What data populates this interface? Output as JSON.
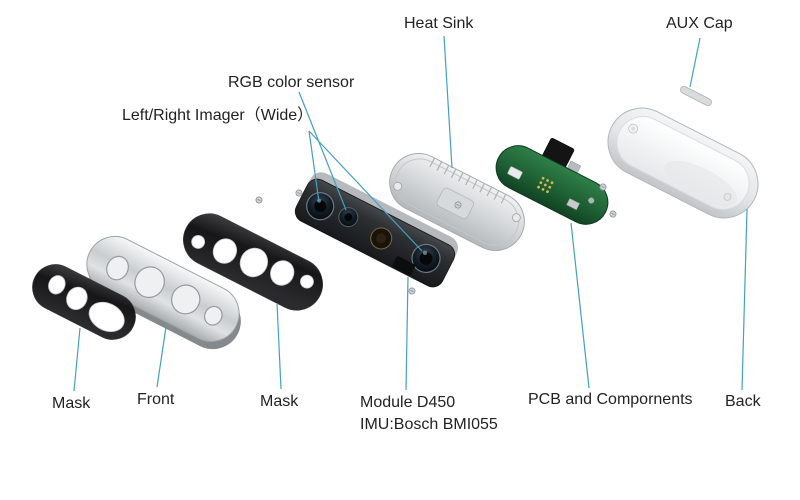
{
  "diagram": {
    "labels": {
      "heat_sink": "Heat Sink",
      "aux_cap": "AUX Cap",
      "rgb_sensor": "RGB color sensor",
      "lr_imager": "Left/Right Imager（Wide）",
      "mask_left": "Mask",
      "front": "Front",
      "mask_right": "Mask",
      "module_name": "Module D450",
      "module_imu": "IMU:Bosch BMI055",
      "pcb": "PCB and Compornents",
      "back": "Back"
    },
    "colors": {
      "leader": "#43a0c1",
      "text": "#222222",
      "background": "#ffffff",
      "mask_black": "#1a1a1c",
      "metal": "#cfd3d5",
      "pcb_green": "#1d5e33"
    }
  }
}
